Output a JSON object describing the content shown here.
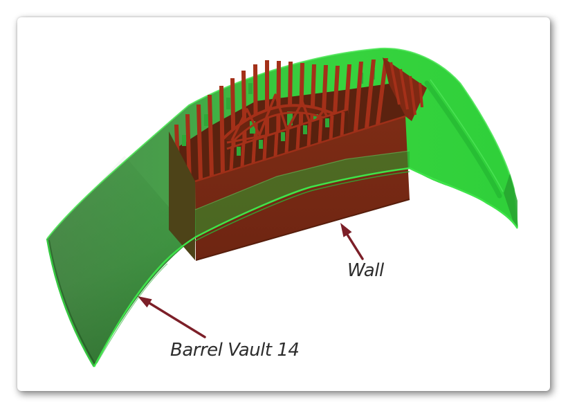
{
  "figure": {
    "description": "3D rendering of a green barrel vault surface intersecting a dark red ribbed arch wall",
    "annotations": {
      "wall": {
        "label": "Wall"
      },
      "barrel_vault": {
        "label": "Barrel Vault 14"
      }
    },
    "model_parts": [
      {
        "name": "Barrel Vault 14",
        "color": "#36d33e"
      },
      {
        "name": "Wall",
        "color": "#7b2b14"
      }
    ],
    "colors": {
      "vault_green_bright": "#36d33e",
      "vault_green_dark": "#4e8f4d",
      "vault_edge_highlight": "#4fe659",
      "vault_front_edge": "#3fe44a",
      "wall_front": "#7b2b14",
      "wall_side": "#5a2110",
      "rib_red": "#a43019",
      "rib_shadow": "#5b220f",
      "sliver_green": "#2fa838",
      "arrow": "#7c1f28",
      "label_text": "#2d2d2d",
      "canvas": "#ffffff"
    }
  }
}
